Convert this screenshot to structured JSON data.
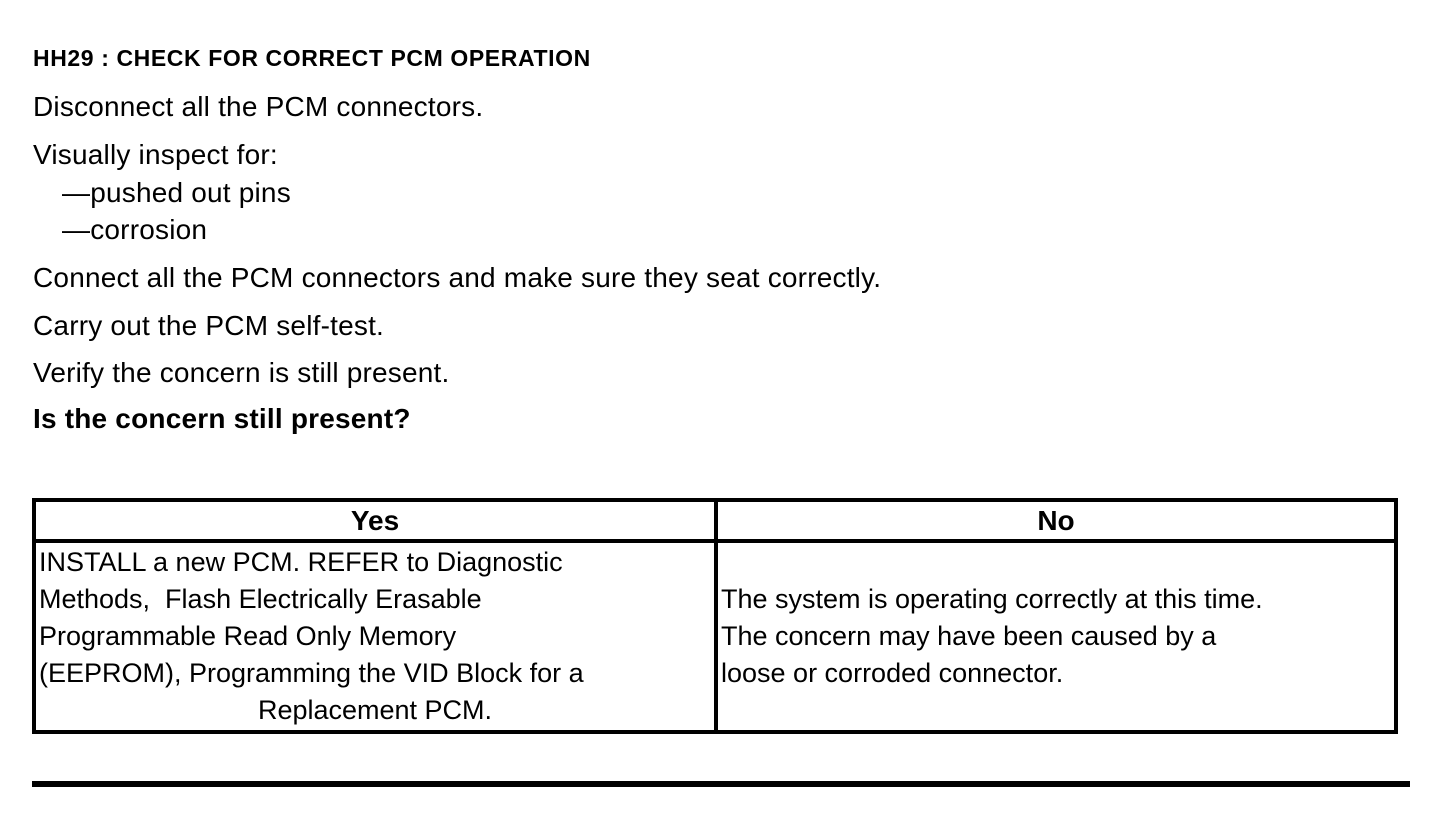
{
  "document": {
    "heading": "HH29 : CHECK FOR CORRECT PCM OPERATION",
    "steps": [
      "Disconnect all the PCM connectors.",
      "Visually inspect for:",
      "—pushed out pins",
      "—corrosion",
      "Connect all the PCM connectors and make sure they seat correctly.",
      "Carry out the PCM self-test.",
      "Verify the concern is still present.",
      "Is the concern still present?"
    ],
    "result_table": {
      "yes": {
        "header": "Yes",
        "lines": [
          "INSTALL a new PCM. REFER to Diagnostic",
          "Methods,  Flash Electrically Erasable",
          "Programmable Read Only Memory",
          "(EEPROM), Programming the VID Block for a",
          "Replacement PCM."
        ]
      },
      "no": {
        "header": "No",
        "lines": [
          "The system is operating correctly at this time.",
          "The concern may have been caused by a",
          "loose or corroded connector."
        ]
      }
    },
    "colors": {
      "text": "#000000",
      "background": "#ffffff"
    }
  }
}
